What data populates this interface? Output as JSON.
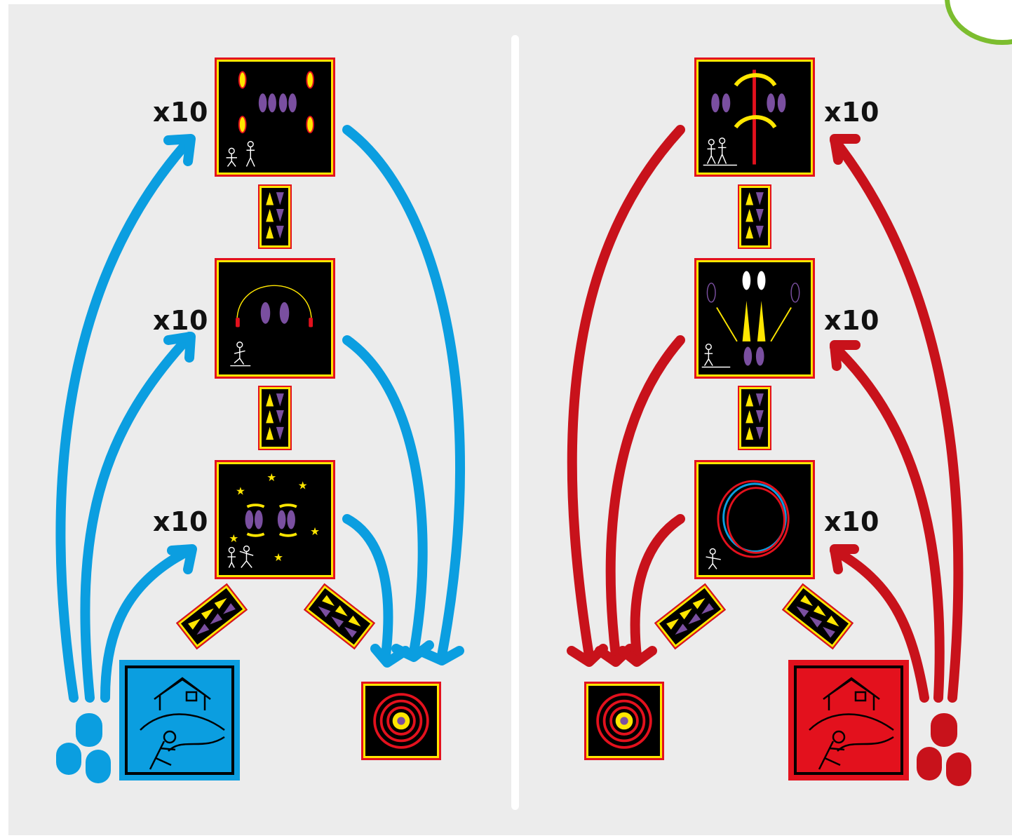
{
  "colors": {
    "background": "#ececec",
    "blue_team": "#0b9ee0",
    "red_team": "#c8121b",
    "card_border_red": "#e3111d",
    "card_border_yellow": "#ffe600",
    "footprint_purple": "#7a4fa0",
    "badge_green": "#7cbd2f"
  },
  "left_course": {
    "team": "blue",
    "stations": [
      {
        "multiplier": "x10",
        "activity": "rocket-jumps"
      },
      {
        "multiplier": "x10",
        "activity": "skipping-rope"
      },
      {
        "multiplier": "x10",
        "activity": "star-jumps-turns"
      }
    ],
    "home_card": "home",
    "finish_card": "target"
  },
  "right_course": {
    "team": "red",
    "stations": [
      {
        "multiplier": "x10",
        "activity": "line-jumps"
      },
      {
        "multiplier": "x10",
        "activity": "forward-leaps"
      },
      {
        "multiplier": "x10",
        "activity": "hoop-spins"
      }
    ],
    "home_card": "home",
    "finish_card": "target"
  }
}
